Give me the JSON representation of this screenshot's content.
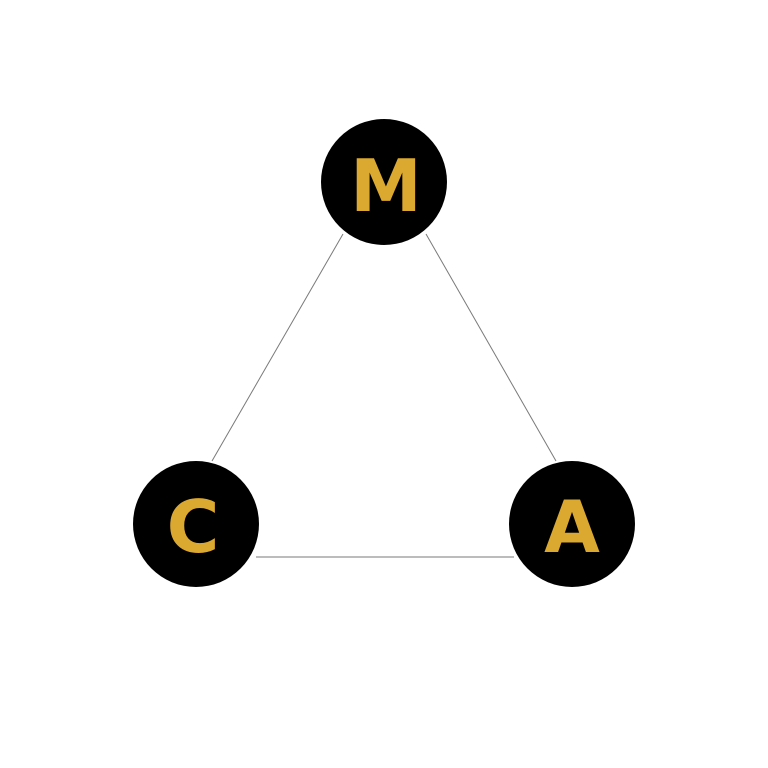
{
  "diagram": {
    "type": "triangle-graph",
    "colors": {
      "node_fill": "#000000",
      "label_color": "#dba830",
      "edge_color": "#7a7a7a"
    },
    "nodes": [
      {
        "id": "m",
        "label": "M"
      },
      {
        "id": "c",
        "label": "C"
      },
      {
        "id": "a",
        "label": "A"
      }
    ],
    "edges": [
      {
        "from": "m",
        "to": "c"
      },
      {
        "from": "m",
        "to": "a"
      },
      {
        "from": "c",
        "to": "a"
      }
    ]
  }
}
